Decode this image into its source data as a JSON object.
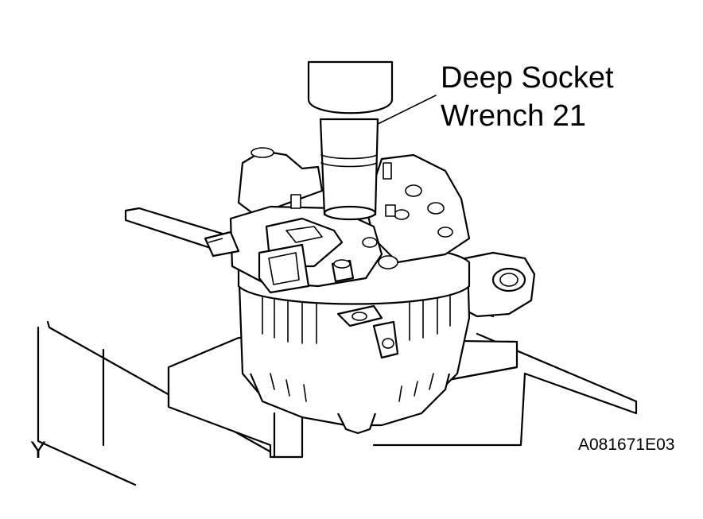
{
  "labels": {
    "tool_line1": "Deep Socket",
    "tool_line2": "Wrench 21",
    "view_marker": "Y",
    "figure_code": "A081671E03"
  }
}
